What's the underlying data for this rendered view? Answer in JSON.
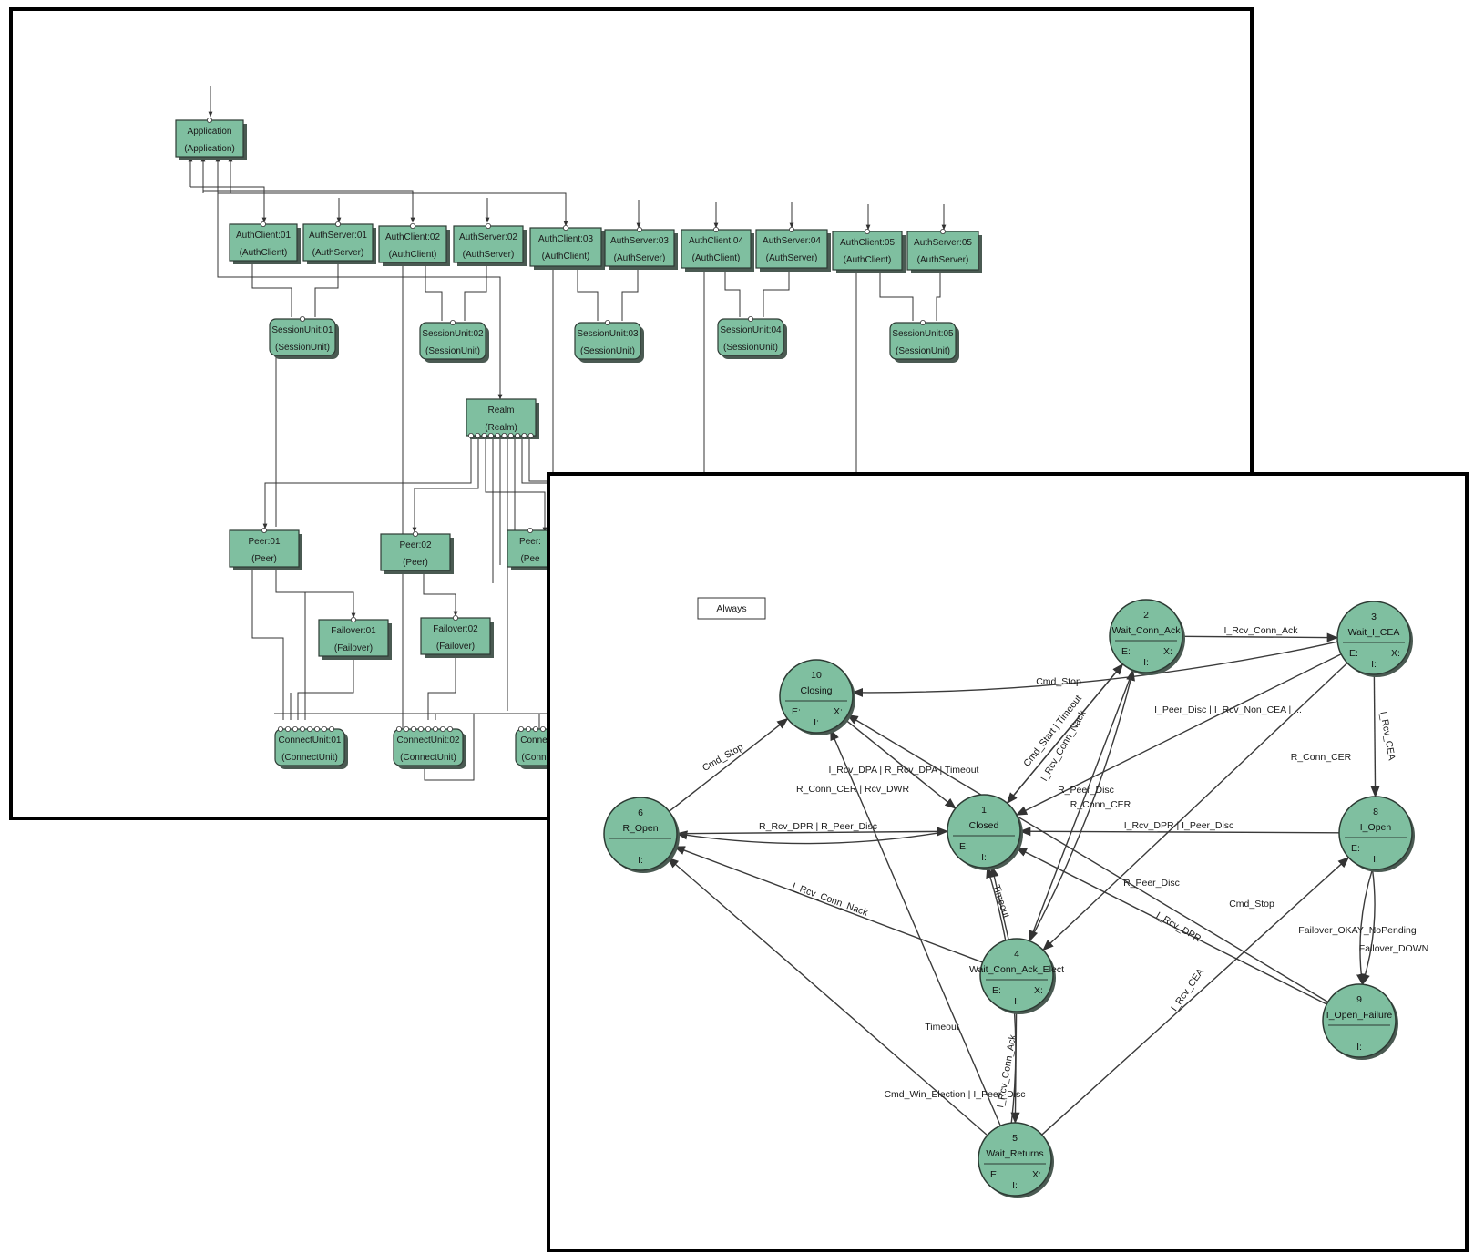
{
  "structure_nodes": [
    {
      "id": "app",
      "name": "Application",
      "type": "(Application)"
    },
    {
      "id": "ac1",
      "name": "AuthClient:01",
      "type": "(AuthClient)"
    },
    {
      "id": "as1",
      "name": "AuthServer:01",
      "type": "(AuthServer)"
    },
    {
      "id": "ac2",
      "name": "AuthClient:02",
      "type": "(AuthClient)"
    },
    {
      "id": "as2",
      "name": "AuthServer:02",
      "type": "(AuthServer)"
    },
    {
      "id": "ac3",
      "name": "AuthClient:03",
      "type": "(AuthClient)"
    },
    {
      "id": "as3",
      "name": "AuthServer:03",
      "type": "(AuthServer)"
    },
    {
      "id": "ac4",
      "name": "AuthClient:04",
      "type": "(AuthClient)"
    },
    {
      "id": "as4",
      "name": "AuthServer:04",
      "type": "(AuthServer)"
    },
    {
      "id": "ac5",
      "name": "AuthClient:05",
      "type": "(AuthClient)"
    },
    {
      "id": "as5",
      "name": "AuthServer:05",
      "type": "(AuthServer)"
    },
    {
      "id": "su1",
      "name": "SessionUnit:01",
      "type": "(SessionUnit)"
    },
    {
      "id": "su2",
      "name": "SessionUnit:02",
      "type": "(SessionUnit)"
    },
    {
      "id": "su3",
      "name": "SessionUnit:03",
      "type": "(SessionUnit)"
    },
    {
      "id": "su4",
      "name": "SessionUnit:04",
      "type": "(SessionUnit)"
    },
    {
      "id": "su5",
      "name": "SessionUnit:05",
      "type": "(SessionUnit)"
    },
    {
      "id": "realm",
      "name": "Realm",
      "type": "(Realm)"
    },
    {
      "id": "p1",
      "name": "Peer:01",
      "type": "(Peer)"
    },
    {
      "id": "p2",
      "name": "Peer:02",
      "type": "(Peer)"
    },
    {
      "id": "p3",
      "name": "Peer:",
      "type": "(Pee"
    },
    {
      "id": "f1",
      "name": "Failover:01",
      "type": "(Failover)"
    },
    {
      "id": "f2",
      "name": "Failover:02",
      "type": "(Failover)"
    },
    {
      "id": "cu1",
      "name": "ConnectUnit:01",
      "type": "(ConnectUnit)"
    },
    {
      "id": "cu2",
      "name": "ConnectUnit:02",
      "type": "(ConnectUnit)"
    },
    {
      "id": "cu3",
      "name": "Conne",
      "type": "(Conn"
    }
  ],
  "state_diagram": {
    "note": "Always",
    "states": [
      {
        "id": "s1",
        "num": "1",
        "name": "Closed",
        "fields": [
          "E:",
          "I:"
        ]
      },
      {
        "id": "s2",
        "num": "2",
        "name": "Wait_Conn_Ack",
        "fields": [
          "E:",
          "X:",
          "I:"
        ]
      },
      {
        "id": "s3",
        "num": "3",
        "name": "Wait_I_CEA",
        "fields": [
          "E:",
          "X:",
          "I:"
        ]
      },
      {
        "id": "s4",
        "num": "4",
        "name": "Wait_Conn_Ack_Elect",
        "fields": [
          "E:",
          "X:",
          "I:"
        ]
      },
      {
        "id": "s5",
        "num": "5",
        "name": "Wait_Returns",
        "fields": [
          "E:",
          "X:",
          "I:"
        ]
      },
      {
        "id": "s6",
        "num": "6",
        "name": "R_Open",
        "fields": [
          "I:"
        ]
      },
      {
        "id": "s8",
        "num": "8",
        "name": "I_Open",
        "fields": [
          "E:",
          "I:"
        ]
      },
      {
        "id": "s9",
        "num": "9",
        "name": "I_Open_Failure",
        "fields": [
          "I:"
        ]
      },
      {
        "id": "s10",
        "num": "10",
        "name": "Closing",
        "fields": [
          "E:",
          "X:",
          "I:"
        ]
      }
    ],
    "transitions": [
      {
        "id": "t1",
        "label": "I_Rcv_Conn_Ack"
      },
      {
        "id": "t2",
        "label": "I_Rcv_CEA"
      },
      {
        "id": "t3",
        "label": "Cmd_Stop"
      },
      {
        "id": "t4",
        "label": "I_Peer_Disc | I_Rcv_Non_CEA | ..."
      },
      {
        "id": "t5",
        "label": "R_Conn_CER"
      },
      {
        "id": "t6",
        "label": "Cmd_Start | Timeout"
      },
      {
        "id": "t7",
        "label": "I_Rcv_Conn_Nack"
      },
      {
        "id": "t8",
        "label": "R_Peer_Disc"
      },
      {
        "id": "t9",
        "label": "R_Conn_CER"
      },
      {
        "id": "t10",
        "label": "Cmd_Stop"
      },
      {
        "id": "t11",
        "label": "I_Rcv_DPA | R_Rcv_DPA | Timeout"
      },
      {
        "id": "t12",
        "label": "R_Conn_CER | Rcv_DWR"
      },
      {
        "id": "t13",
        "label": "R_Rcv_DPR | R_Peer_Disc"
      },
      {
        "id": "t14",
        "label": "I_Rcv_DPR | I_Peer_Disc"
      },
      {
        "id": "t15",
        "label": "I_Rcv_Conn_Nack"
      },
      {
        "id": "t16",
        "label": "Timeout"
      },
      {
        "id": "t17",
        "label": "R_Peer_Disc"
      },
      {
        "id": "t18",
        "label": "I_Rcv_DPR"
      },
      {
        "id": "t19",
        "label": "Cmd_Stop"
      },
      {
        "id": "t20",
        "label": "Failover_OKAY_NoPending"
      },
      {
        "id": "t21",
        "label": "Failover_DOWN"
      },
      {
        "id": "t22",
        "label": "I_Rcv_CEA"
      },
      {
        "id": "t23",
        "label": "I_Rcv_Conn_Ack"
      },
      {
        "id": "t24",
        "label": "Timeout"
      },
      {
        "id": "t25",
        "label": "Cmd_Win_Election | I_Peer_Disc"
      }
    ]
  }
}
